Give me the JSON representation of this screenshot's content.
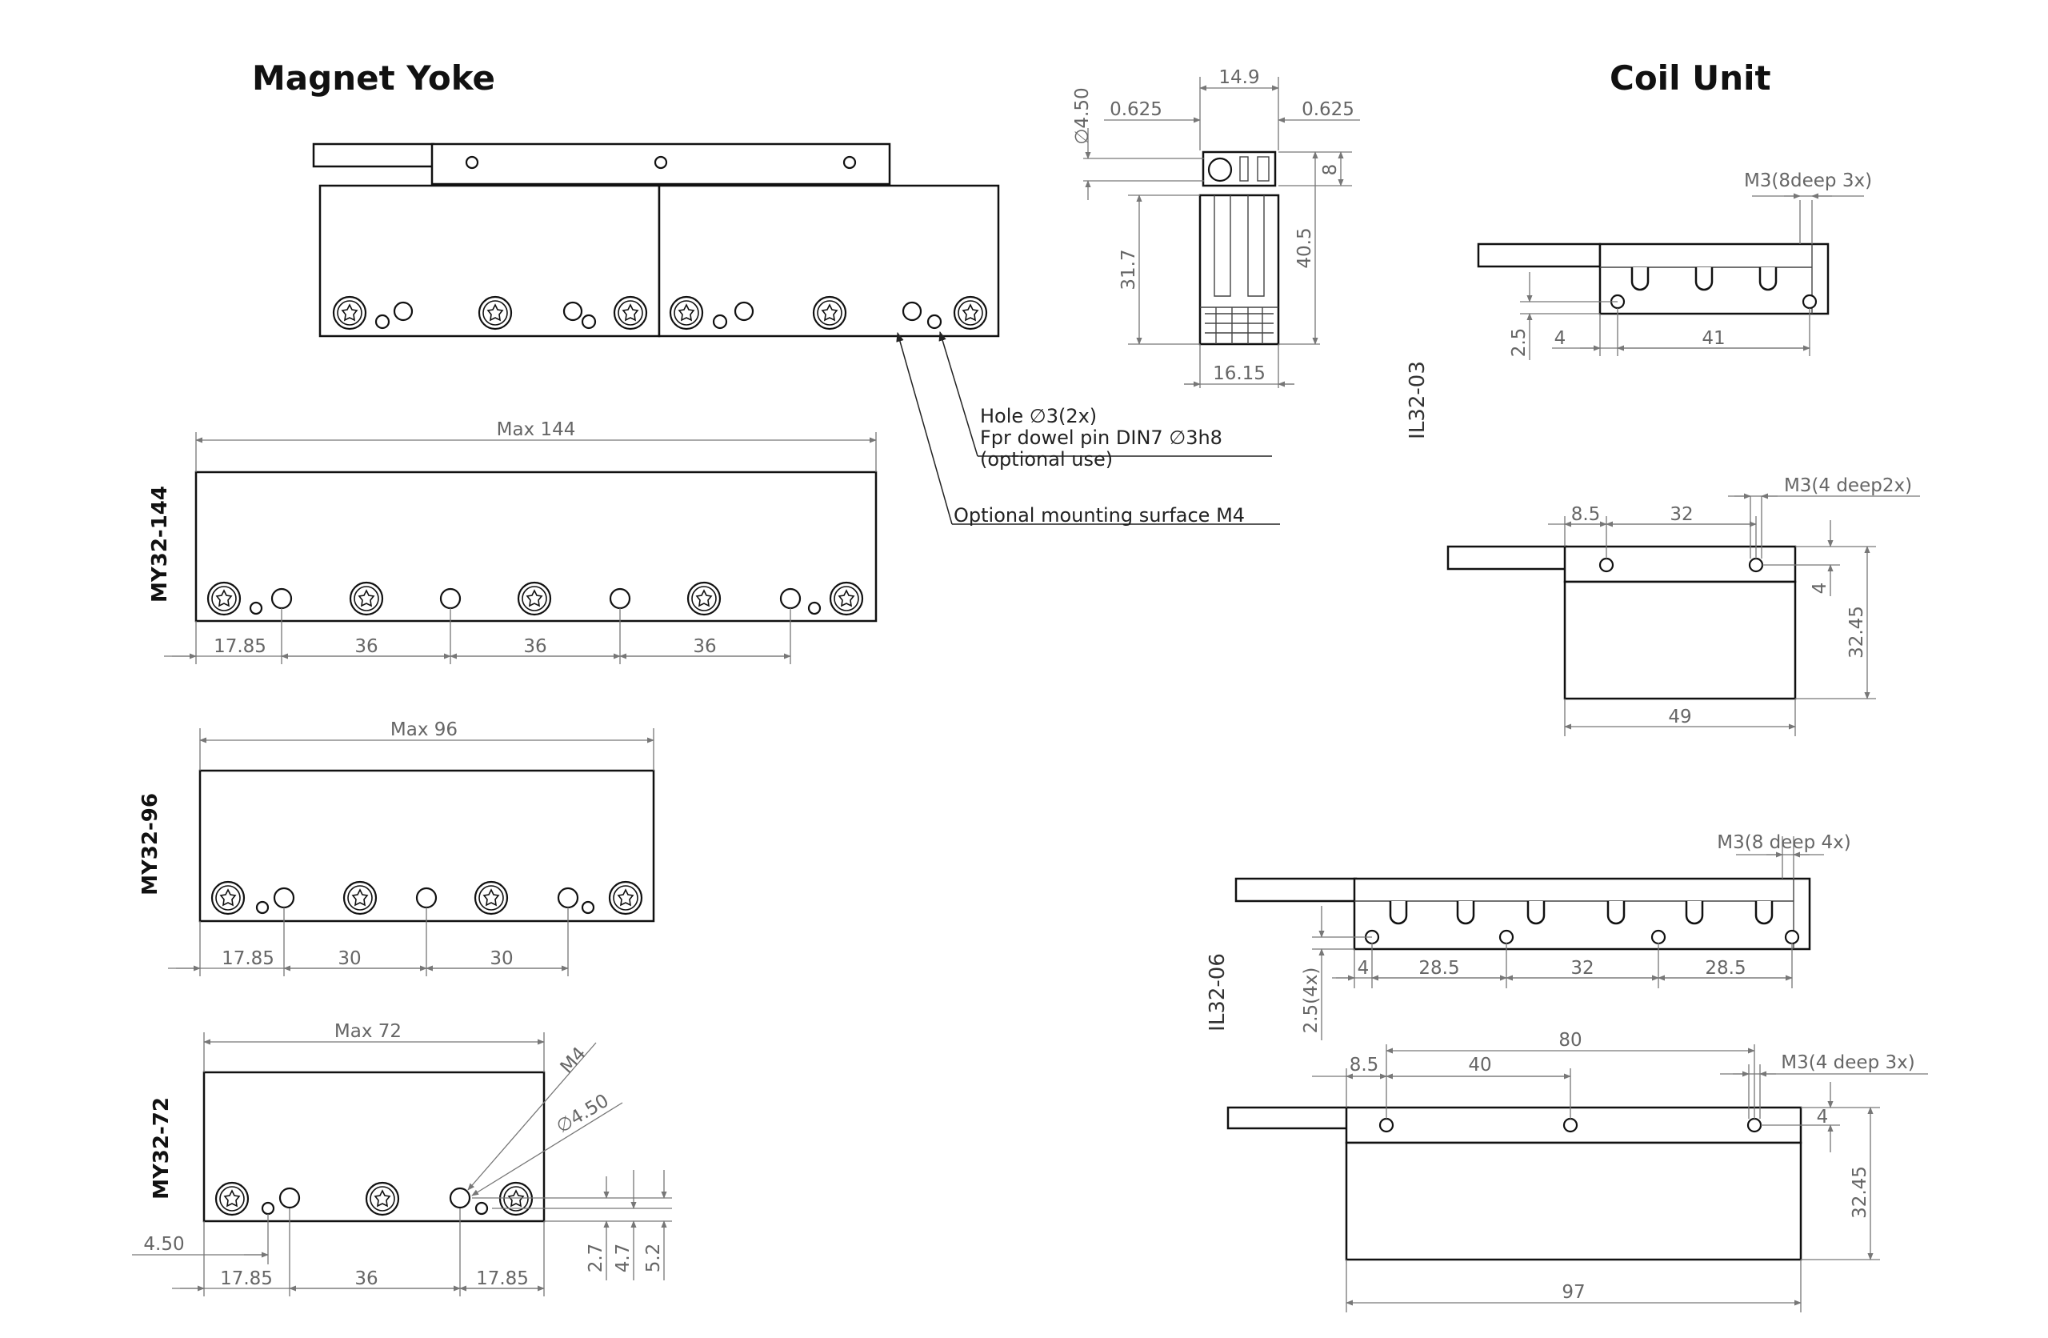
{
  "titles": {
    "magnet_yoke": "Magnet Yoke",
    "coil_unit": "Coil Unit"
  },
  "notes": {
    "hole_line1": "Hole ∅3(2x)",
    "hole_line2": "Fpr dowel pin DIN7 ∅3h8",
    "hole_line3": "(optional use)",
    "mounting": "Optional mounting surface M4"
  },
  "cross_section": {
    "width": "14.9",
    "d_left": "0.625",
    "d_right": "0.625",
    "hole_dia": "∅4.50",
    "h8": "8",
    "h31_7": "31.7",
    "h40_5": "40.5",
    "base_width": "16.15"
  },
  "my32_144": {
    "label": "MY32-144",
    "max": "Max 144",
    "d1": "17.85",
    "d2": "36",
    "d3": "36",
    "d4": "36"
  },
  "my32_96": {
    "label": "MY32-96",
    "max": "Max 96",
    "d1": "17.85",
    "d2": "30",
    "d3": "30"
  },
  "my32_72": {
    "label": "MY32-72",
    "max": "Max 72",
    "m4": "M4",
    "dia": "∅4.50",
    "d_left": "4.50",
    "d1": "17.85",
    "d2": "36",
    "d3": "17.85",
    "v1": "2.7",
    "v2": "4.7",
    "v3": "5.2"
  },
  "il32_03": {
    "label": "IL32-03",
    "m3_top": "M3(8deep 3x)",
    "v2_5": "2.5",
    "d4": "4",
    "d41": "41",
    "m3_side": "M3(4 deep2x)",
    "d8_5": "8.5",
    "d32": "32",
    "v4": "4",
    "h32_45": "32.45",
    "w49": "49"
  },
  "il32_06": {
    "label": "IL32-06",
    "m3_top": "M3(8 deep 4x)",
    "v2_5": "2.5(4x)",
    "d4": "4",
    "d28_5a": "28.5",
    "d32": "32",
    "d28_5b": "28.5",
    "d80": "80",
    "d8_5": "8.5",
    "d40": "40",
    "m3_side": "M3(4 deep 3x)",
    "v4": "4",
    "h32_45": "32.45",
    "w97": "97"
  }
}
